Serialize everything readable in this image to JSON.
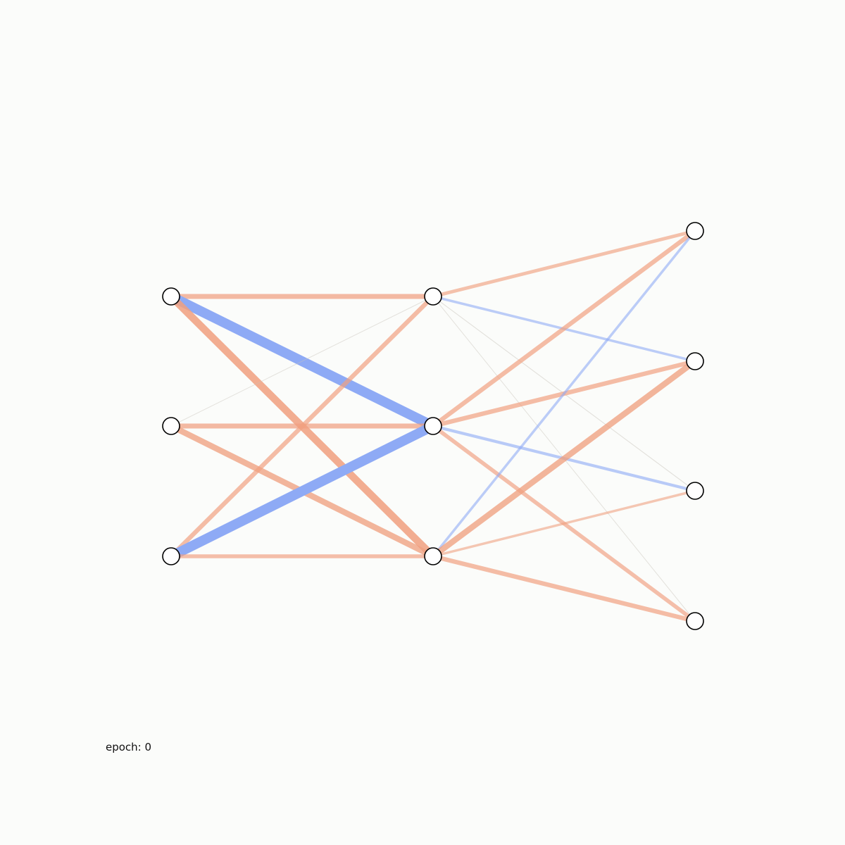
{
  "epoch_label": "epoch: 0",
  "colors": {
    "background": "#fbfcfa",
    "positive_weight": "#f0a080",
    "negative_weight": "#8eaaf5",
    "node_fill": "#ffffff",
    "node_stroke": "#000000"
  },
  "network": {
    "layers": [
      3,
      3,
      4
    ],
    "weights": [
      [
        [
          0.5,
          -1.0,
          0.75
        ],
        [
          0.05,
          0.5,
          0.6
        ],
        [
          0.45,
          -1.0,
          0.4
        ]
      ],
      [
        [
          0.35,
          -0.25,
          0.08,
          0.05
        ],
        [
          0.45,
          0.45,
          -0.3,
          0.4
        ],
        [
          -0.25,
          0.6,
          0.25,
          0.45
        ]
      ]
    ]
  }
}
